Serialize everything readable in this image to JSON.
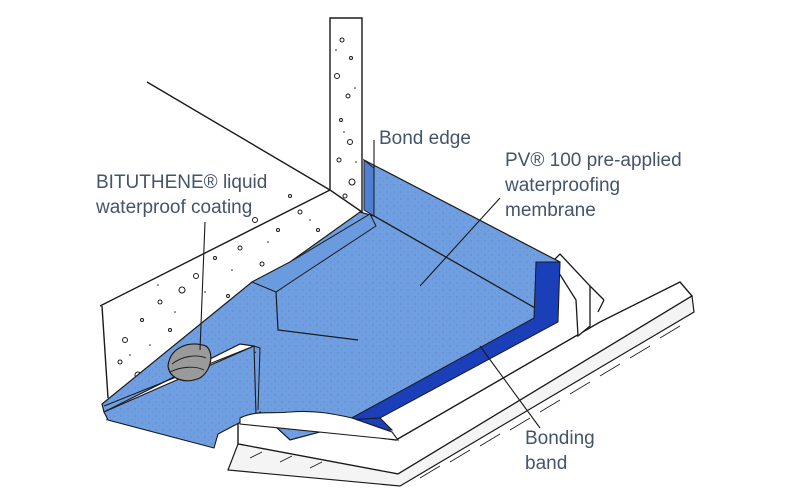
{
  "labels": {
    "bituthene": [
      "BITUTHENE® liquid",
      "waterproof coating"
    ],
    "bond_edge": [
      "Bond edge"
    ],
    "pv100": [
      "PV® 100 pre-applied",
      "waterproofing",
      "membrane"
    ],
    "bonding_band": [
      "Bonding",
      "band"
    ]
  },
  "colors": {
    "membrane": "#6f9fe0",
    "membrane_dark": "#4f7fcf",
    "bonding_band": "#1a3fb8",
    "label_text": "#44546a",
    "outline": "#1a1a1a"
  }
}
